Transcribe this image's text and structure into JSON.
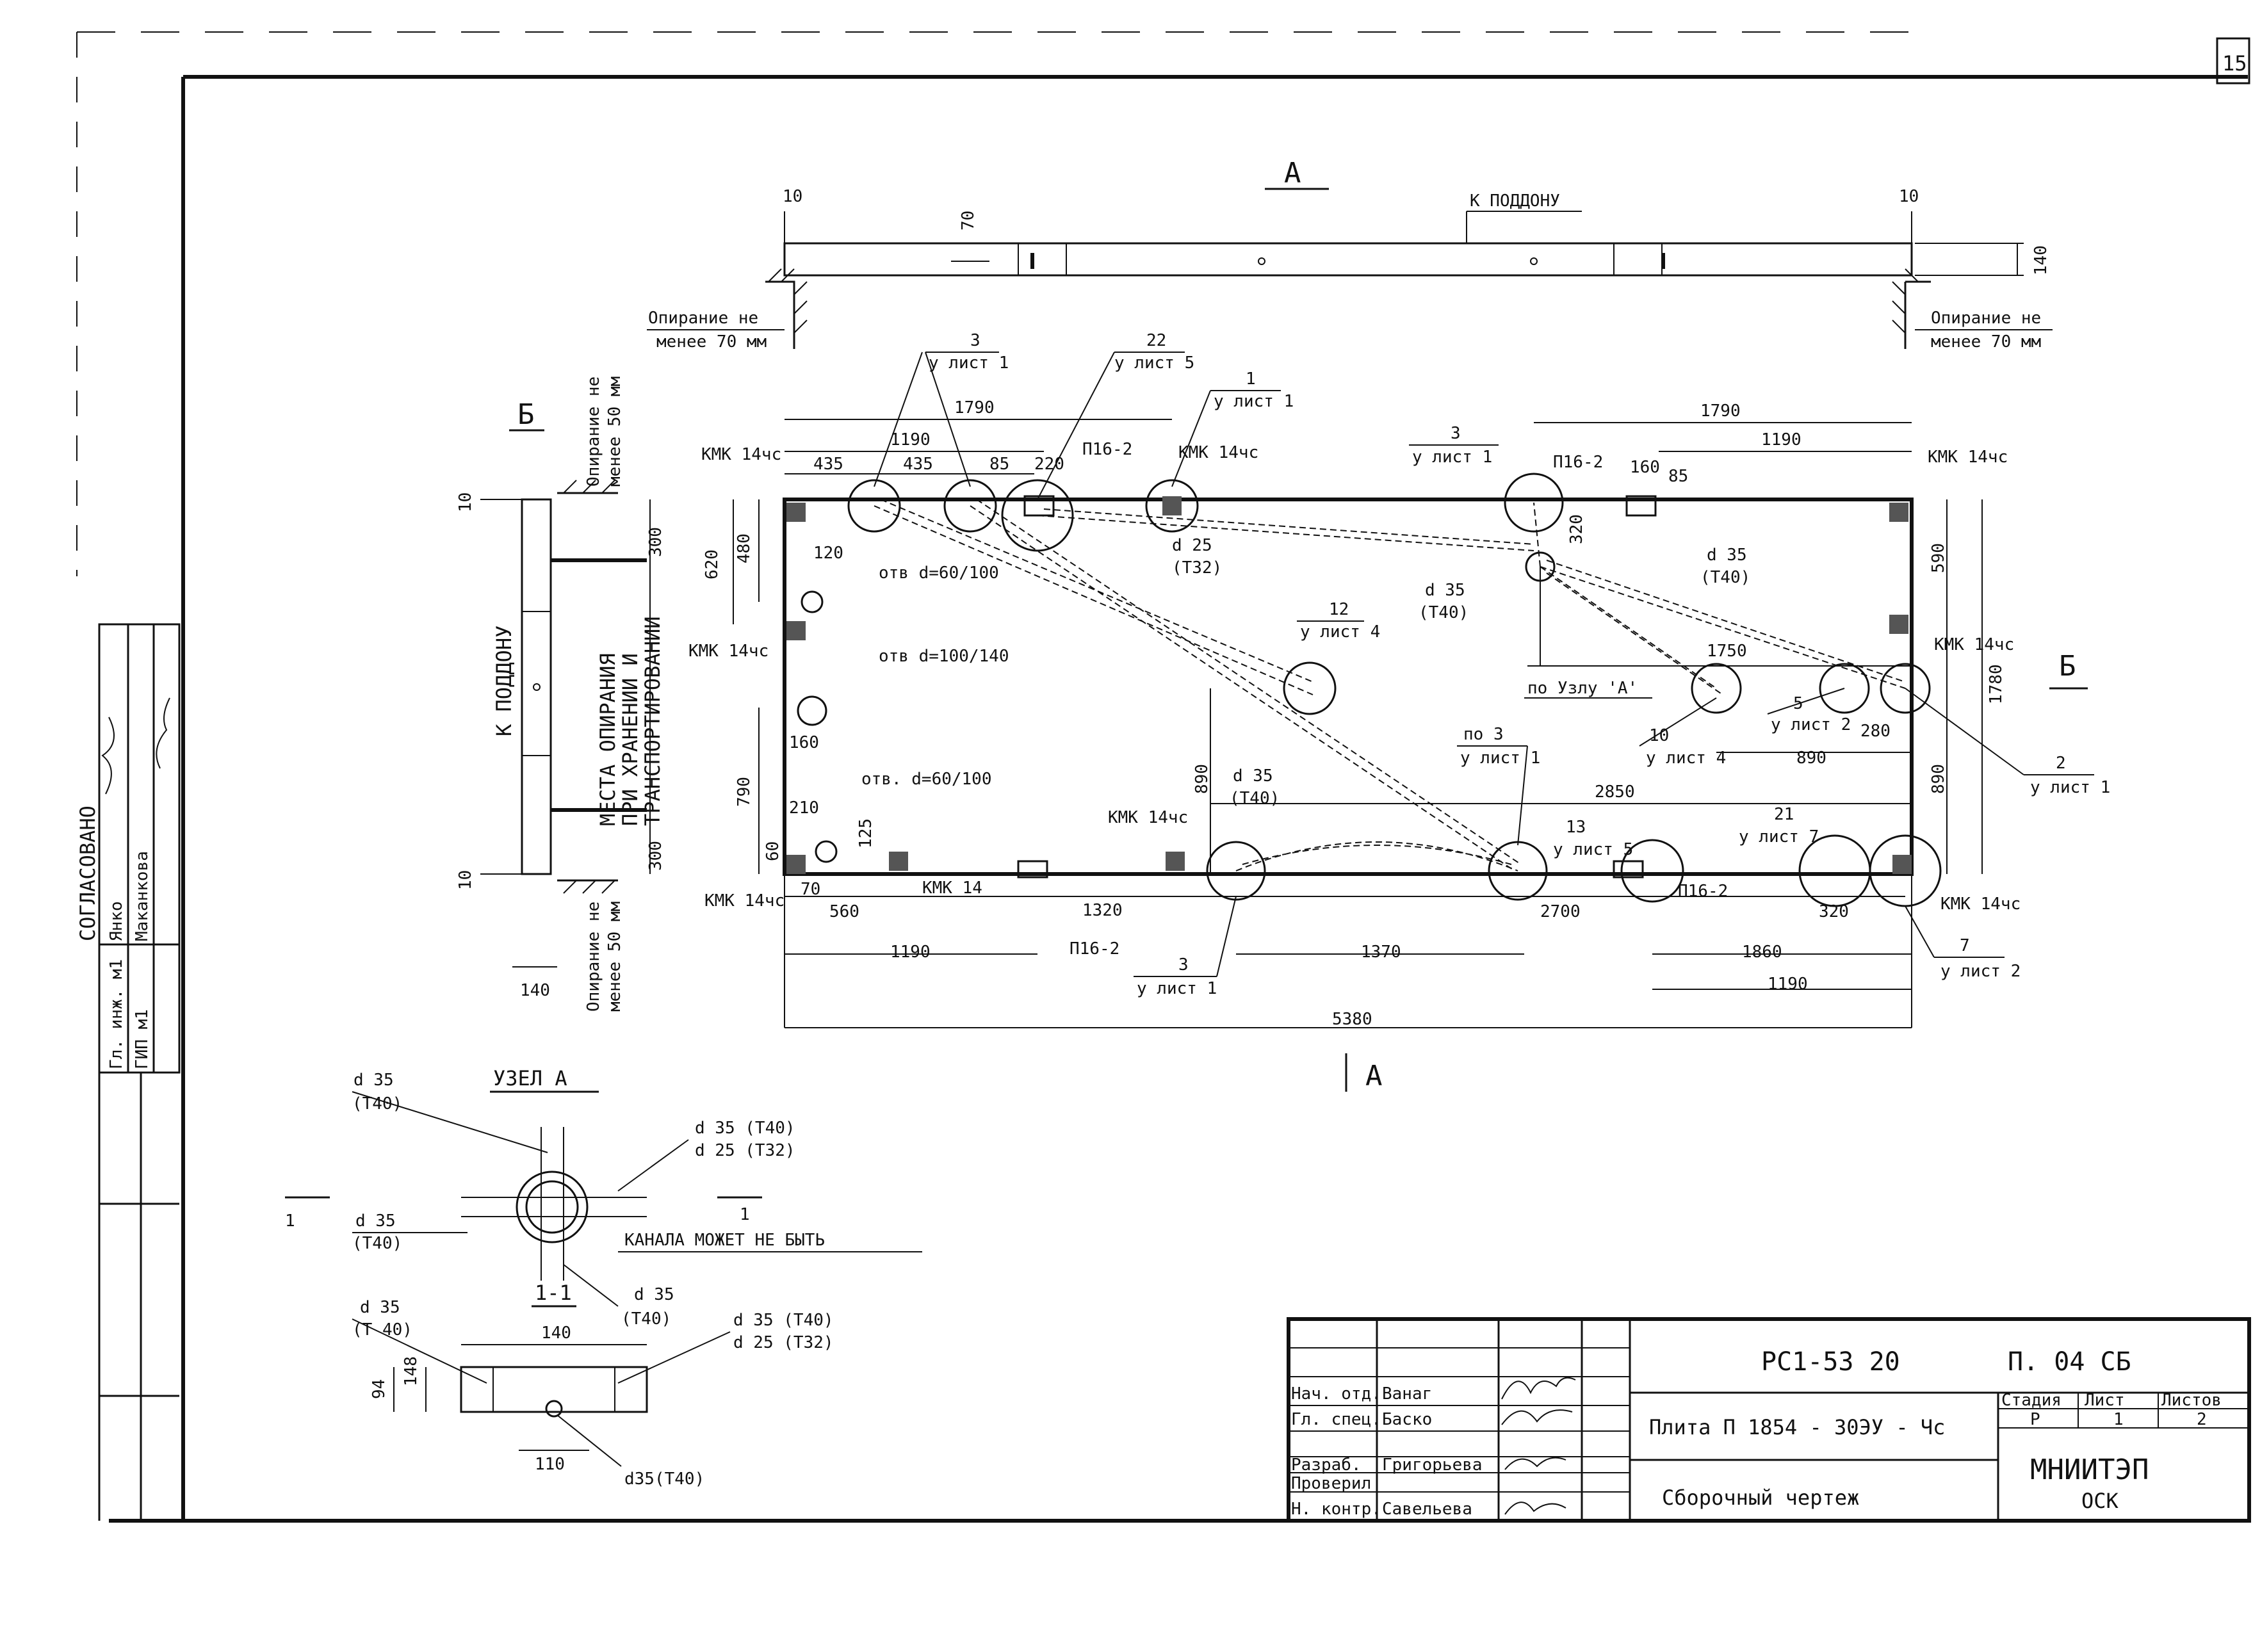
{
  "page_number": "15",
  "section_A": {
    "label": "А",
    "to_pallet": "К ПОДДОНУ",
    "dim_left": "10",
    "dim_right": "10",
    "dim_70": "70",
    "dim_140": "140",
    "support_left_1": "Опирание не",
    "support_left_2": "менее 70 мм",
    "support_right_1": "Опирание не",
    "support_right_2": "менее 70 мм"
  },
  "section_B": {
    "label": "Б",
    "to_pallet": "К ПОДДОНУ",
    "places_line1": "МЕСТА ОПИРАНИЯ",
    "places_line2": "ПРИ ХРАНЕНИИ И",
    "places_line3": "ТРАНСПОРТИРОВАНИИ",
    "support_top_1": "Опирание не",
    "support_top_2": "менее 50 мм",
    "support_bot_1": "Опирание не",
    "support_bot_2": "менее 50 мм",
    "dim_10_top": "10",
    "dim_10_bot": "10",
    "dim_300_top": "300",
    "dim_300_bot": "300",
    "dim_140": "140"
  },
  "plan": {
    "section_arrow_A": "А",
    "section_arrow_B": "Б",
    "dims": {
      "d1790_left": "1790",
      "d1190_left": "1190",
      "d435a": "435",
      "d435b": "435",
      "d85a": "85",
      "d220": "220",
      "d1790_right": "1790",
      "d1190_right": "1190",
      "d160_top": "160",
      "d85b": "85",
      "d320_top": "320",
      "d620": "620",
      "d480": "480",
      "d120": "120",
      "d160_left": "160",
      "d790": "790",
      "d210": "210",
      "d60": "60",
      "d125": "125",
      "d70": "70",
      "d590": "590",
      "d1780": "1780",
      "d890_right": "890",
      "d890_left": "890",
      "d1750": "1750",
      "d280": "280",
      "d890_mid": "890",
      "d2850": "2850",
      "d560": "560",
      "d1320": "1320",
      "d2700": "2700",
      "d320_bot": "320",
      "d1190_bot_left": "1190",
      "d1370": "1370",
      "d1860": "1860",
      "d1190_bot_right": "1190",
      "d5380": "5380"
    },
    "labels": {
      "kmk_tl": "КМК 14чс",
      "kmk_tr": "КМК 14чс",
      "kmk_top_mid": "КМК 14чс",
      "kmk_left_mid": "КМК 14чс",
      "kmk_right_mid": "КМК 14чс",
      "kmk_bot_mid": "КМК 14чс",
      "kmk_bl": "КМК 14чс",
      "kmk_br": "КМК 14чс",
      "kmk14": "КМК 14",
      "p16_top_left": "П16-2",
      "p16_top_right": "П16-2",
      "p16_bot_left": "П16-2",
      "p16_bot_right": "П16-2",
      "hole_60_100_top": "отв d=60/100",
      "hole_100_140": "отв d=100/140",
      "hole_60_100_bot": "отв. d=60/100",
      "d25_t32": "d 25",
      "d25_t32_b": "(Т32)",
      "d35_t40_l": "d 35",
      "d35_t40_lb": "(Т40)",
      "d35_t40_r": "d 35",
      "d35_t40_rb": "(Т40)",
      "d35_t40_m": "d 35",
      "d35_t40_mb": "(Т40)",
      "uzel_A": "по Узлу 'А'",
      "lead_3_a": "3",
      "lead_3_a_sheet": "у лист 1",
      "lead_22": "22",
      "lead_22_sheet": "у лист 5",
      "lead_1": "1",
      "lead_1_sheet": "у лист 1",
      "lead_3_b": "3",
      "lead_3_b_sheet": "у лист 1",
      "lead_12": "12",
      "lead_12_sheet": "у лист 4",
      "lead_10": "10",
      "lead_10_sheet": "у лист 4",
      "lead_5": "5",
      "lead_5_sheet": "у лист 2",
      "lead_2": "2",
      "lead_2_sheet": "у лист 1",
      "lead_po3": "по 3",
      "lead_po3_sheet": "у лист 1",
      "lead_13": "13",
      "lead_13_sheet": "у лист 5",
      "lead_21": "21",
      "lead_21_sheet": "у лист 7",
      "lead_3_c": "3",
      "lead_3_c_sheet": "у лист 1",
      "lead_7": "7",
      "lead_7_sheet": "у лист 2"
    }
  },
  "node_A": {
    "title": "УЗЕЛ А",
    "d35_t40_top": "d 35",
    "d35_t40_top_b": "(Т40)",
    "d35_t40_r": "d 35 (Т40)",
    "d25_t32_r": "d 25 (Т32)",
    "d35_t40_l": "d 35",
    "d35_t40_lb": "(Т40)",
    "channel_note": "КАНАЛА МОЖЕТ НЕ БЫТЬ",
    "cut_left": "1",
    "cut_right": "1",
    "d35_bot": "d 35",
    "d35_bot_b": "(Т40)"
  },
  "section_11": {
    "title": "1-1",
    "dim_140": "140",
    "dim_94": "94",
    "dim_148": "148",
    "dim_110": "110",
    "d35_l": "d 35",
    "d35_lb": "(Т 40)",
    "d35_r": "d 35 (Т40)",
    "d25_r": "d 25 (Т32)",
    "d35_bot": "d35(Т40)"
  },
  "left_stamp": {
    "agreed": "СОГЛАСОВАНО",
    "row1_role": "Гл. инж. м1",
    "row1_name": "Янко",
    "row2_role": "ГИП м1",
    "row2_name": "Маканкова"
  },
  "title_block": {
    "doc_code": "РС1-53 20",
    "sheet_code": "П. 04 СБ",
    "product": "Плита  П 1854 - 30ЭУ - Чс",
    "drawing_type": "Сборочный  чертеж",
    "stage_header": "Стадия",
    "sheet_header": "Лист",
    "sheets_header": "Листов",
    "stage": "Р",
    "sheet": "1",
    "sheets": "2",
    "org_line1": "МНИИТЭП",
    "org_line2": "ОСК",
    "roles": [
      {
        "role": "Нач. отд.",
        "name": "Ванаг"
      },
      {
        "role": "Гл. спец.",
        "name": "Баско"
      },
      {
        "role": "",
        "name": ""
      },
      {
        "role": "Разраб.",
        "name": "Григорьева"
      },
      {
        "role": "Проверил",
        "name": ""
      },
      {
        "role": "Н. контр.",
        "name": "Савельева"
      }
    ]
  }
}
